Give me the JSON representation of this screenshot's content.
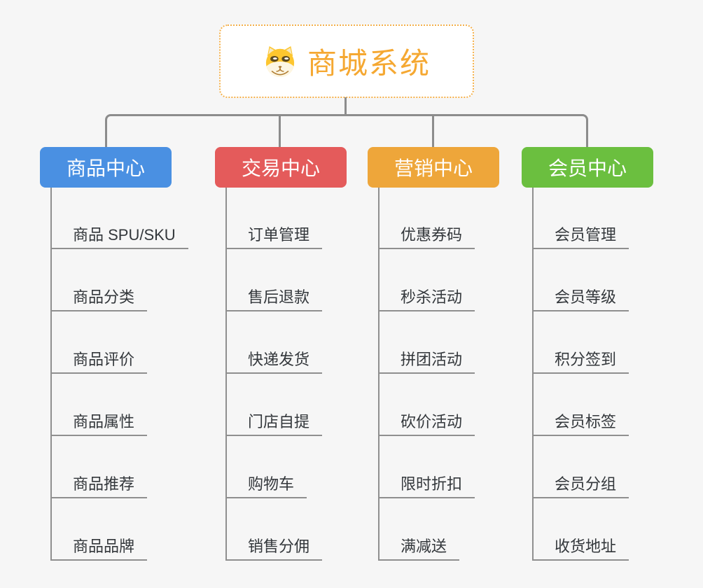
{
  "root": {
    "title": "商城系统",
    "icon": "dog-face-icon",
    "title_color": "#f5a832",
    "border_color": "#f4b04a"
  },
  "connector_color": "#8c8c8c",
  "branches": [
    {
      "label": "商品中心",
      "color": "#4a90e2",
      "items": [
        "商品 SPU/SKU",
        "商品分类",
        "商品评价",
        "商品属性",
        "商品推荐",
        "商品品牌"
      ]
    },
    {
      "label": "交易中心",
      "color": "#e45b5b",
      "items": [
        "订单管理",
        "售后退款",
        "快递发货",
        "门店自提",
        "购物车",
        "销售分佣"
      ]
    },
    {
      "label": "营销中心",
      "color": "#eea63a",
      "items": [
        "优惠券码",
        "秒杀活动",
        "拼团活动",
        "砍价活动",
        "限时折扣",
        "满减送"
      ]
    },
    {
      "label": "会员中心",
      "color": "#6bbf3f",
      "items": [
        "会员管理",
        "会员等级",
        "积分签到",
        "会员标签",
        "会员分组",
        "收货地址"
      ]
    }
  ]
}
